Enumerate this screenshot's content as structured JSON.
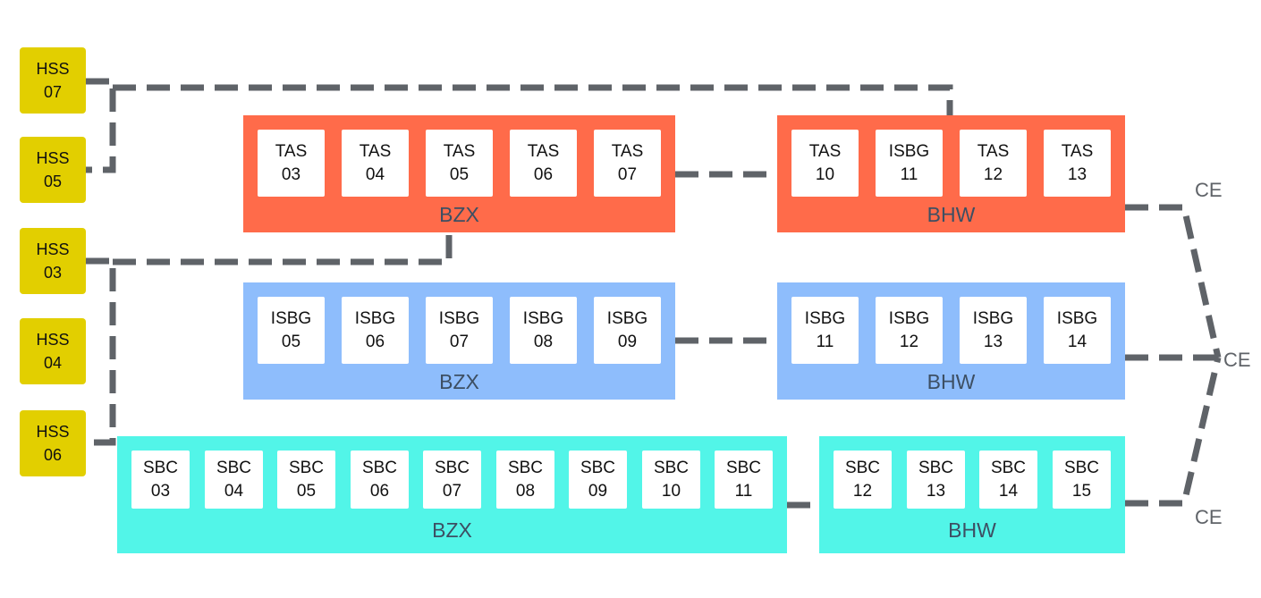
{
  "hss": [
    "HSS\n07",
    "HSS\n05",
    "HSS\n03",
    "HSS\n04",
    "HSS\n06"
  ],
  "tas": {
    "left": {
      "label": "BZX",
      "nodes": [
        "TAS\n03",
        "TAS\n04",
        "TAS\n05",
        "TAS\n06",
        "TAS\n07"
      ]
    },
    "right": {
      "label": "BHW",
      "nodes": [
        "TAS\n10",
        "ISBG\n11",
        "TAS\n12",
        "TAS\n13"
      ]
    }
  },
  "isbg": {
    "left": {
      "label": "BZX",
      "nodes": [
        "ISBG\n05",
        "ISBG\n06",
        "ISBG\n07",
        "ISBG\n08",
        "ISBG\n09"
      ]
    },
    "right": {
      "label": "BHW",
      "nodes": [
        "ISBG\n11",
        "ISBG\n12",
        "ISBG\n13",
        "ISBG\n14"
      ]
    }
  },
  "sbc": {
    "left": {
      "label": "BZX",
      "nodes": [
        "SBC\n03",
        "SBC\n04",
        "SBC\n05",
        "SBC\n06",
        "SBC\n07",
        "SBC\n08",
        "SBC\n09",
        "SBC\n10",
        "SBC\n11"
      ]
    },
    "right": {
      "label": "BHW",
      "nodes": [
        "SBC\n12",
        "SBC\n13",
        "SBC\n14",
        "SBC\n15"
      ]
    }
  },
  "ce": [
    "CE",
    "CE",
    "CE"
  ],
  "colors": {
    "tas": "#ff6b4a",
    "isbg": "#8ebdfc",
    "sbc": "#52f5e8",
    "hss": "#e2cf00",
    "wire": "#5f6368",
    "group_label": "#3d4f63"
  }
}
